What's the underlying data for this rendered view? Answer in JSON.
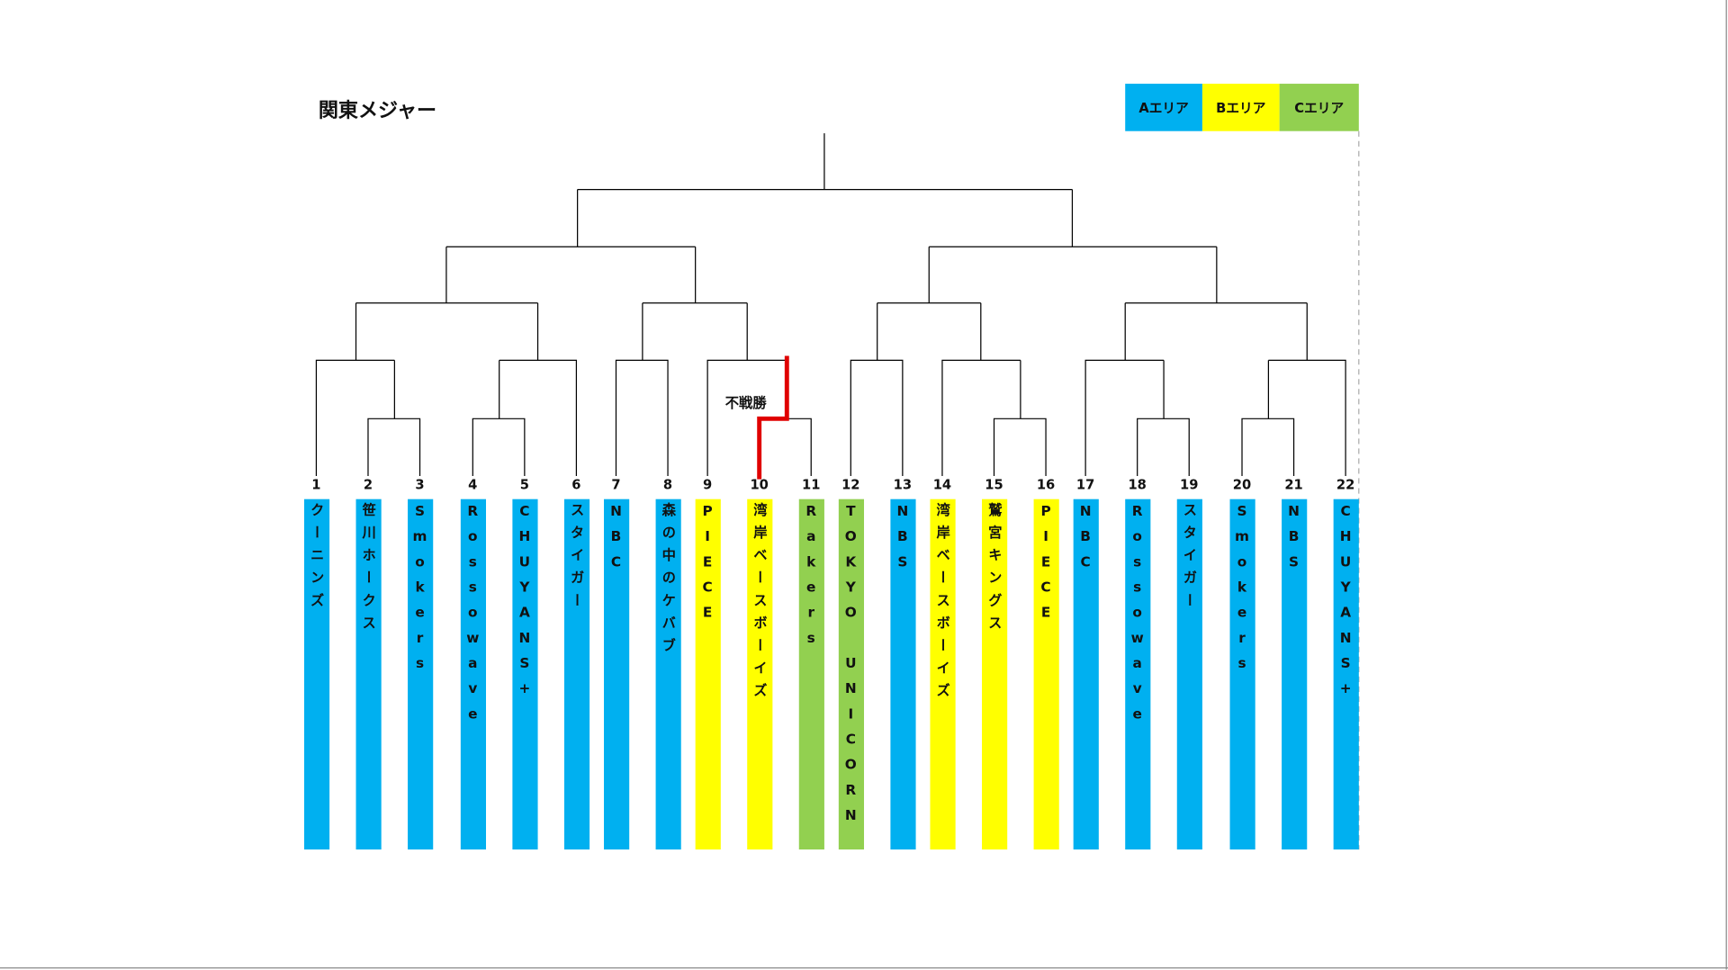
{
  "title": "関東メジャー",
  "legend": [
    {
      "label": "Aエリア",
      "color": "#00b0f0"
    },
    {
      "label": "Bエリア",
      "color": "#ffff00"
    },
    {
      "label": "Cエリア",
      "color": "#92d050"
    }
  ],
  "bye_label": "不戦勝",
  "teams": [
    {
      "num": "1",
      "name": "クーニンズ",
      "area": "A"
    },
    {
      "num": "2",
      "name": "笹川ホークス",
      "area": "A"
    },
    {
      "num": "3",
      "name": "Smokers",
      "area": "A"
    },
    {
      "num": "4",
      "name": "Rossowave",
      "area": "A"
    },
    {
      "num": "5",
      "name": "CHUYANS+",
      "area": "A"
    },
    {
      "num": "6",
      "name": "スタイガー",
      "area": "A"
    },
    {
      "num": "7",
      "name": "NBC",
      "area": "A"
    },
    {
      "num": "8",
      "name": "森の中のケバブ",
      "area": "A"
    },
    {
      "num": "9",
      "name": "PIECE",
      "area": "B"
    },
    {
      "num": "10",
      "name": "湾岸ベースボーイズ",
      "area": "B"
    },
    {
      "num": "11",
      "name": "Rakers",
      "area": "C"
    },
    {
      "num": "12",
      "name": "TOKYO UNICORN",
      "area": "C"
    },
    {
      "num": "13",
      "name": "NBS",
      "area": "A"
    },
    {
      "num": "14",
      "name": "湾岸ベースボーイズ",
      "area": "B"
    },
    {
      "num": "15",
      "name": "鷲宮キングス",
      "area": "B"
    },
    {
      "num": "16",
      "name": "PIECE",
      "area": "B"
    },
    {
      "num": "17",
      "name": "NBC",
      "area": "A"
    },
    {
      "num": "18",
      "name": "Rossowave",
      "area": "A"
    },
    {
      "num": "19",
      "name": "スタイガー",
      "area": "A"
    },
    {
      "num": "20",
      "name": "Smokers",
      "area": "A"
    },
    {
      "num": "21",
      "name": "NBS",
      "area": "A"
    },
    {
      "num": "22",
      "name": "CHUYANS+",
      "area": "A"
    }
  ],
  "colors": {
    "A": "#00b0f0",
    "B": "#ffff00",
    "C": "#92d050",
    "line": "#000000",
    "winner_line": "#e00000"
  }
}
